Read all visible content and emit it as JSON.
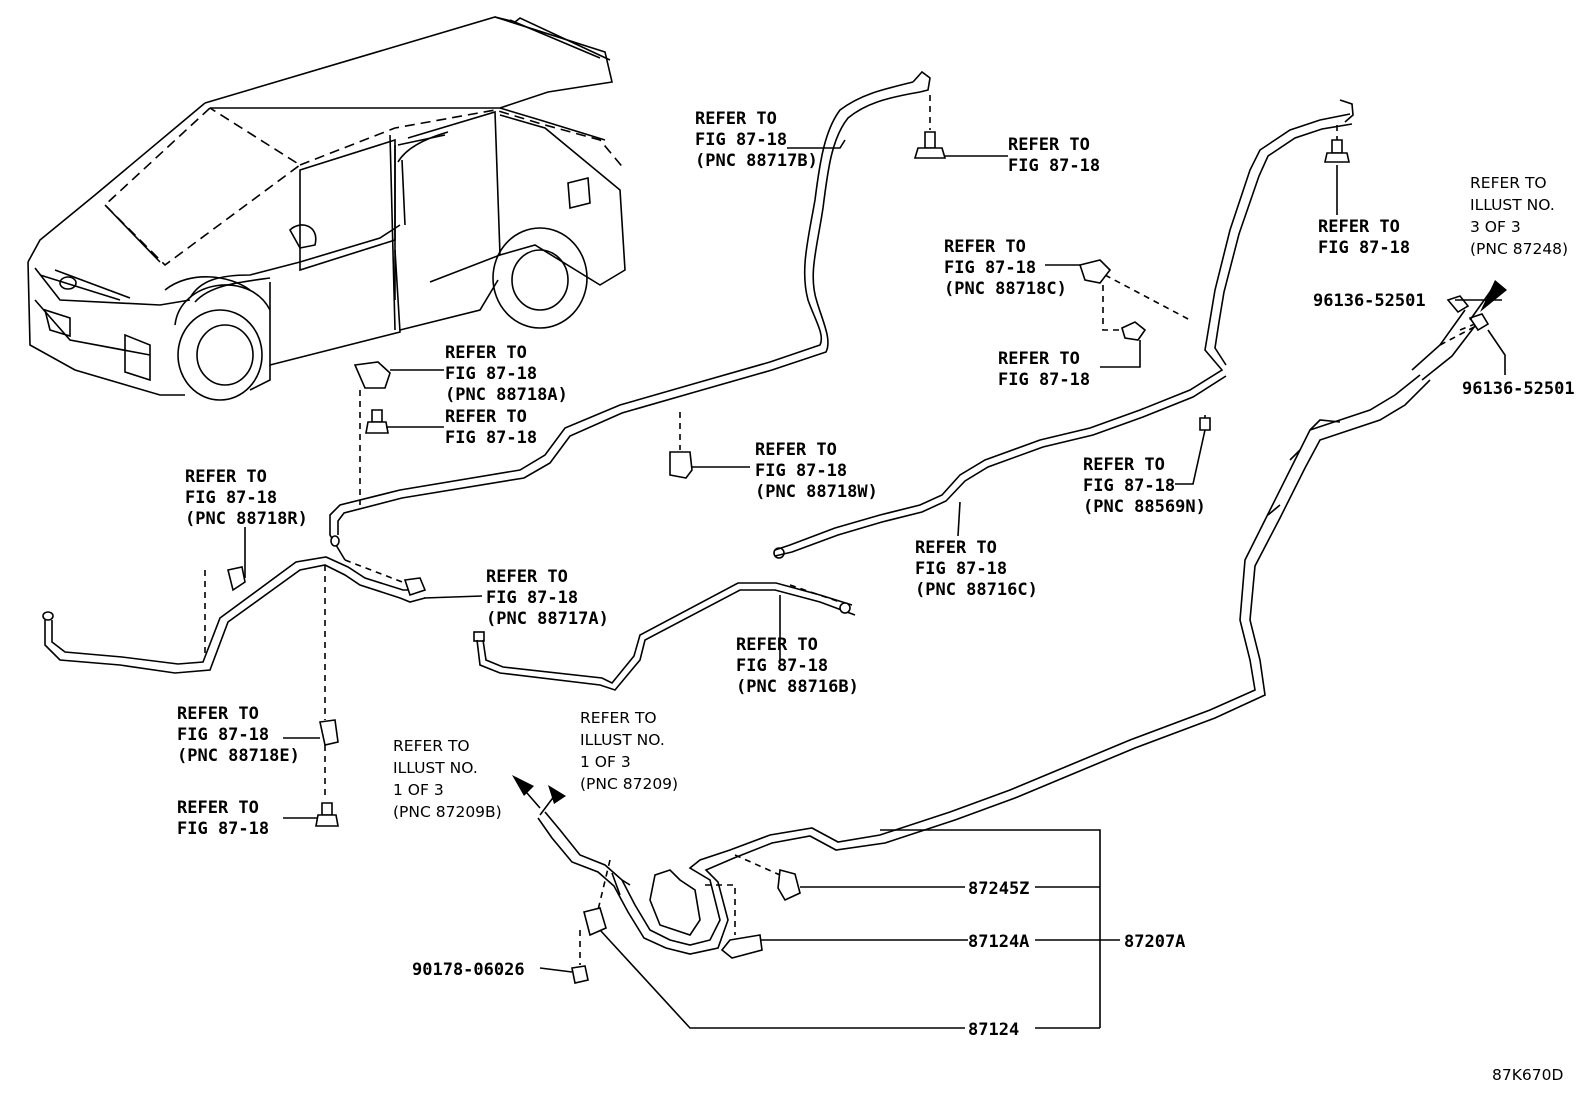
{
  "callouts": {
    "c1": [
      "REFER TO",
      "FIG 87-18",
      "(PNC 88717B)"
    ],
    "c2": [
      "REFER TO",
      "FIG 87-18"
    ],
    "c3": [
      "REFER TO",
      "FIG 87-18"
    ],
    "c4": [
      "REFER TO",
      "ILLUST NO.",
      "3 OF 3",
      "(PNC 87248)"
    ],
    "c5": [
      "REFER TO",
      "FIG 87-18",
      "(PNC 88718C)"
    ],
    "c6": [
      "REFER TO",
      "FIG 87-18"
    ],
    "c7": [
      "REFER TO",
      "FIG 87-18",
      "(PNC 88718A)"
    ],
    "c8": [
      "REFER TO",
      "FIG 87-18"
    ],
    "c9": [
      "REFER TO",
      "FIG 87-18",
      "(PNC 88718W)"
    ],
    "c10": [
      "REFER TO",
      "FIG 87-18",
      "(PNC 88569N)"
    ],
    "c11": [
      "REFER TO",
      "FIG 87-18",
      "(PNC 88718R)"
    ],
    "c12": [
      "REFER TO",
      "FIG 87-18",
      "(PNC 88716C)"
    ],
    "c13": [
      "REFER TO",
      "FIG 87-18",
      "(PNC 88717A)"
    ],
    "c14": [
      "REFER TO",
      "FIG 87-18",
      "(PNC 88716B)"
    ],
    "c15": [
      "REFER TO",
      "FIG 87-18",
      "(PNC 88718E)"
    ],
    "c16": [
      "REFER TO",
      "ILLUST NO.",
      "1 OF 3",
      "(PNC 87209)"
    ],
    "c17": [
      "REFER TO",
      "ILLUST NO.",
      "1 OF 3",
      "(PNC 87209B)"
    ],
    "c18": [
      "REFER TO",
      "FIG 87-18"
    ]
  },
  "parts": {
    "p1": "96136-52501",
    "p2": "96136-52501",
    "p3": "87245Z",
    "p4": "87124A",
    "p5": "87207A",
    "p6": "90178-06026",
    "p7": "87124"
  },
  "diagram_id": "87K670D"
}
